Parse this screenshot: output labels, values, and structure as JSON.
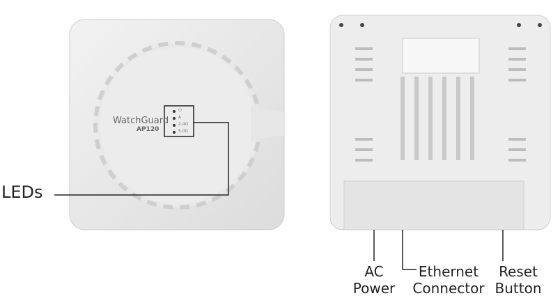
{
  "front": {
    "brand": "WatchGuard",
    "model": "AP120",
    "led_labels": [
      "⏻",
      "A",
      "2.4G",
      "5.0G"
    ],
    "callout": "LEDs"
  },
  "back": {
    "callouts": [
      {
        "line1": "AC",
        "line2": "Power"
      },
      {
        "line1": "Ethernet",
        "line2": "Connector"
      },
      {
        "line1": "Reset",
        "line2": "Button"
      }
    ]
  }
}
